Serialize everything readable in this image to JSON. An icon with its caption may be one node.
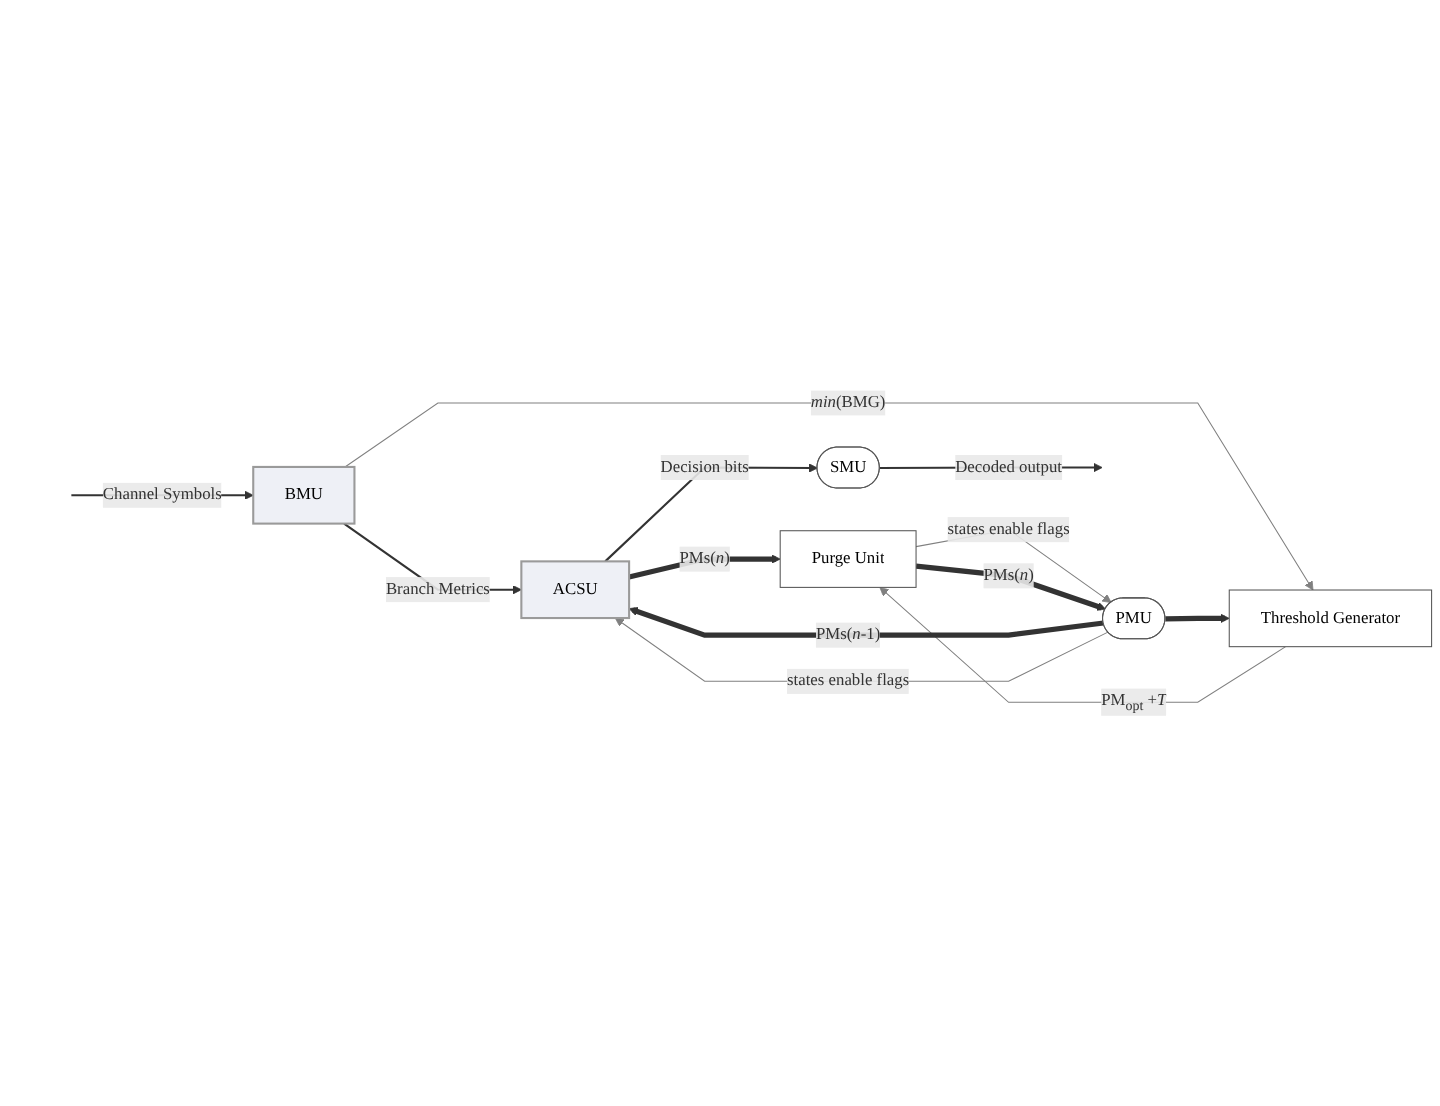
{
  "diagram": {
    "nodes": [
      {
        "text": [
          "BMU"
        ]
      },
      {
        "text": [
          "ACSU"
        ]
      },
      {
        "text": [
          "SMU"
        ]
      },
      {
        "text": [
          "Threshold Generator"
        ]
      },
      {
        "text": [
          "Purge Unit"
        ]
      },
      {
        "text": [
          "PMU"
        ]
      }
    ],
    "edges": [
      {
        "from": null,
        "to": 0,
        "arrow": "to",
        "label": "Channel Symbols"
      },
      {
        "from": 0,
        "to": 1,
        "arrow": "to",
        "label": "Branch Metrics"
      },
      {
        "from": 1,
        "to": 2,
        "arrow": "to",
        "label": "Decision bits"
      },
      {
        "from": 2,
        "to": null,
        "arrow": "to",
        "label": "Decoded output"
      },
      {
        "from": 0,
        "to": 3,
        "arrow": "to",
        "label": "*min*(BMG)",
        "color": "#808080"
      },
      {
        "from": 1,
        "to": 4,
        "arrow": "to",
        "label": "PMs(*n*)",
        "style": "thick"
      },
      {
        "from": 3,
        "to": 4,
        "arrow": "to",
        "label": "PM$_{opt}$ +*T*",
        "color": "#808080"
      },
      {
        "from": 4,
        "to": 5,
        "arrow": "to",
        "label": "states enable flags",
        "color": "#808080"
      },
      {
        "from": 4,
        "to": 5,
        "arrow": "to",
        "label": "PMs(*n*)",
        "style": "thick"
      },
      {
        "from": 5,
        "to": 1,
        "arrow": "to",
        "label": "PMs(*n*-1)",
        "style": "thick"
      },
      {
        "from": 5,
        "to": 3,
        "arrow": "to",
        "style": "thick"
      },
      {
        "from": 5,
        "to": 1,
        "arrow": "to",
        "label": "states enable flags",
        "color": "#808080"
      }
    ]
  }
}
